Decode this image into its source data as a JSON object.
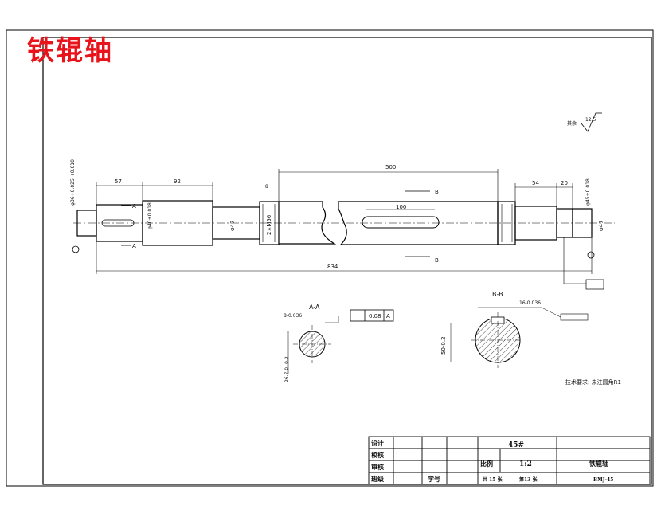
{
  "heading": "铁辊轴",
  "roughness": {
    "note": "其余",
    "value": "12.5"
  },
  "dimensions": {
    "d_57": "57",
    "d_92": "92",
    "d_500": "500",
    "d_54": "54",
    "d_20": "20",
    "d_834": "834",
    "d_100": "100",
    "d_phi36": "φ36+0.025 +0.010",
    "d_phi47_left": "φ47",
    "d_phi40": "φ40+0.018",
    "d_2xm56": "2×M56",
    "d_phi45": "φ45+0.018",
    "d_phi47_right": "φ47",
    "d_9": "8"
  },
  "section_labels": {
    "A": "A",
    "B": "B",
    "AA": "A-A",
    "BB": "B-B"
  },
  "section_dims": {
    "aa_width": "8-0.036",
    "aa_depth": "26.7 0 -0.2",
    "tol_value": "0.08",
    "tol_datum": "A",
    "bb_width": "16-0.036",
    "bb_depth": "50-0.2"
  },
  "tech_note": "技术要求: 未注圆角R1",
  "title_block": {
    "design": "设计",
    "check": "校核",
    "review": "审核",
    "class": "班级",
    "student_no": "学号",
    "material": "45#",
    "scale_label": "比例",
    "scale": "1:2",
    "part_name": "铁辊轴",
    "sheets_total": "共 15 张",
    "sheet_no": "第13 张",
    "drawing_no": "BMJ-45"
  }
}
